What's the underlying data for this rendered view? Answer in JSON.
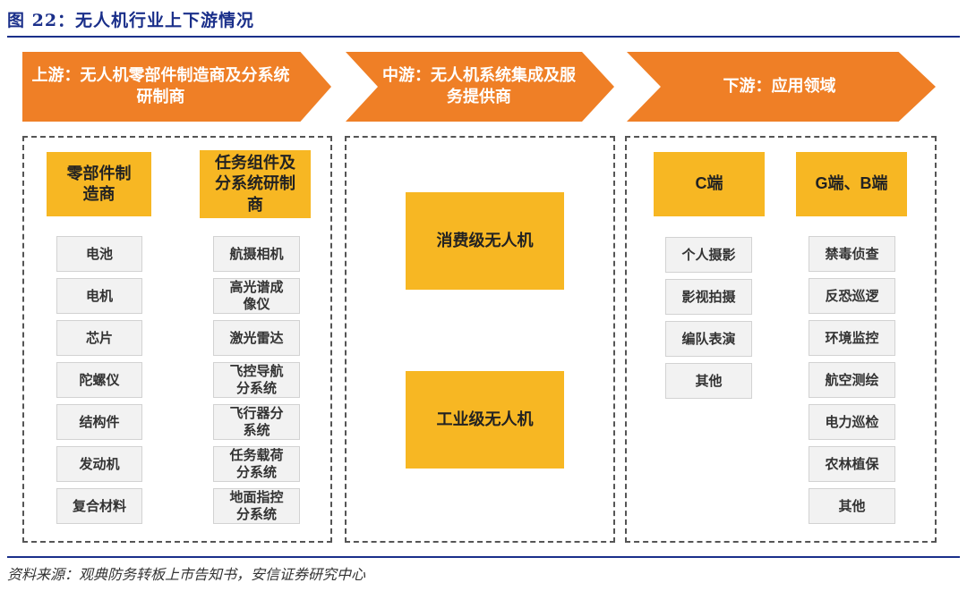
{
  "figure_title": "图 22：无人机行业上下游情况",
  "stages": {
    "upstream": "上游：无人机零部件制造商及分系统研制商",
    "midstream": "中游：无人机系统集成及服务提供商",
    "downstream": "下游：应用领域"
  },
  "upstream": {
    "col1_header": "零部件制造商",
    "col1_items": [
      "电池",
      "电机",
      "芯片",
      "陀螺仪",
      "结构件",
      "发动机",
      "复合材料"
    ],
    "col2_header": "任务组件及分系统研制商",
    "col2_items": [
      "航摄相机",
      "高光谱成像仪",
      "激光雷达",
      "飞控导航分系统",
      "飞行器分系统",
      "任务载荷分系统",
      "地面指控分系统"
    ]
  },
  "midstream": {
    "items": [
      "消费级无人机",
      "工业级无人机"
    ]
  },
  "downstream": {
    "col1_header": "C端",
    "col1_items": [
      "个人摄影",
      "影视拍摄",
      "编队表演",
      "其他"
    ],
    "col2_header": "G端、B端",
    "col2_items": [
      "禁毒侦查",
      "反恐巡逻",
      "环境监控",
      "航空测绘",
      "电力巡检",
      "农林植保",
      "其他"
    ]
  },
  "source": "资料来源：观典防务转板上市告知书，安信证券研究中心"
}
